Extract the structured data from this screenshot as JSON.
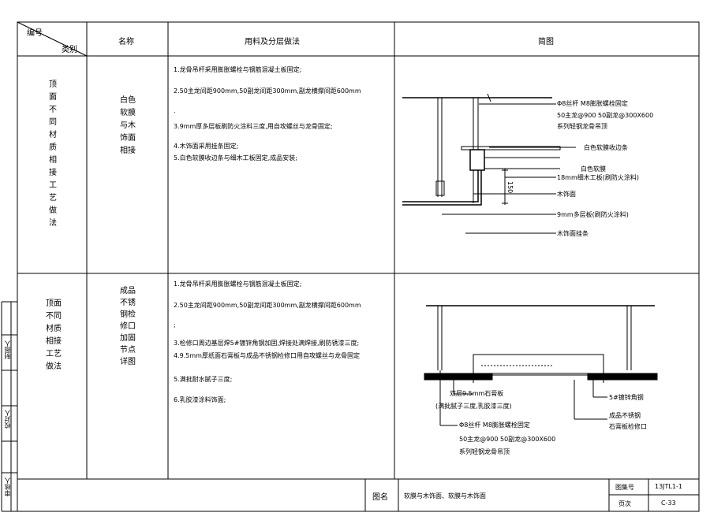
{
  "header": {
    "num": "编号",
    "cat": "类别",
    "name": "名称",
    "materials": "用料及分层做法",
    "diagram": "简图"
  },
  "rows": [
    {
      "category": "顶面不同材质相接工艺做法",
      "name": "白色软膜与木饰面相接",
      "steps": [
        "1.龙骨吊杆采用膨胀螺栓与钢筋混凝土板固定;",
        "2.50主龙间距900mm,50副龙间距300mm,副龙横撑间距600mm",
        ".",
        "3.9mm厚多层板刷防火涂料三度,用自攻螺丝与龙骨固定;",
        "4.木饰面采用挂条固定;",
        "5.白色软膜收边条与细木工板固定,成品安装;"
      ],
      "labels": {
        "a": "Φ8丝杆 M8膨胀螺栓固定",
        "b": "50主龙@900   50副龙@300X600",
        "c": "系列轻钢龙骨吊顶",
        "d": "白色软膜收边条",
        "e": "白色软膜",
        "f": "18mm细木工板(刷防火涂料)",
        "g": "木饰面",
        "h": "9mm多层板(刷防火涂料)",
        "i": "木饰面挂条",
        "dim": "150"
      }
    },
    {
      "category": "顶面不同材质相接工艺做法",
      "name": "成品不锈钢检修口加固节点详图",
      "steps": [
        "1.龙骨吊杆采用膨胀螺栓与钢筋混凝土板固定;",
        "2.50主龙间距900mm,50副龙间距300mm,副龙横撑间距600mm",
        ";",
        "3.检修口周边基层焊5#镀锌角钢加固,焊接处满焊接,刷防锈漆三度;",
        "4.9.5mm厚纸面石膏板与成品不锈钢检修口用自攻螺丝与龙骨固定",
        "5.满批耐水腻子三度;",
        "6.乳胶漆涂料饰面;"
      ],
      "labels": {
        "a": "双层9.5mm石膏板",
        "b": "(满批腻子三度,乳胶漆三度)",
        "c": "5#镀锌角钢",
        "d": "成品不锈钢",
        "e": "石膏板检修口",
        "f": "Φ8丝杆 M8膨胀螺栓固定",
        "g": "50主龙@900   50副龙@300X600",
        "h": "系列轻钢龙骨吊顶"
      }
    }
  ],
  "side": {
    "designer": "制图人",
    "checker": "校对人",
    "reviewer": "审核人"
  },
  "footer": {
    "title_label": "图名",
    "title": "软膜与木饰面、软膜与木饰面",
    "num_label": "图集号",
    "num": "13JTL1-1",
    "page_label": "页次",
    "page": "C-33"
  }
}
